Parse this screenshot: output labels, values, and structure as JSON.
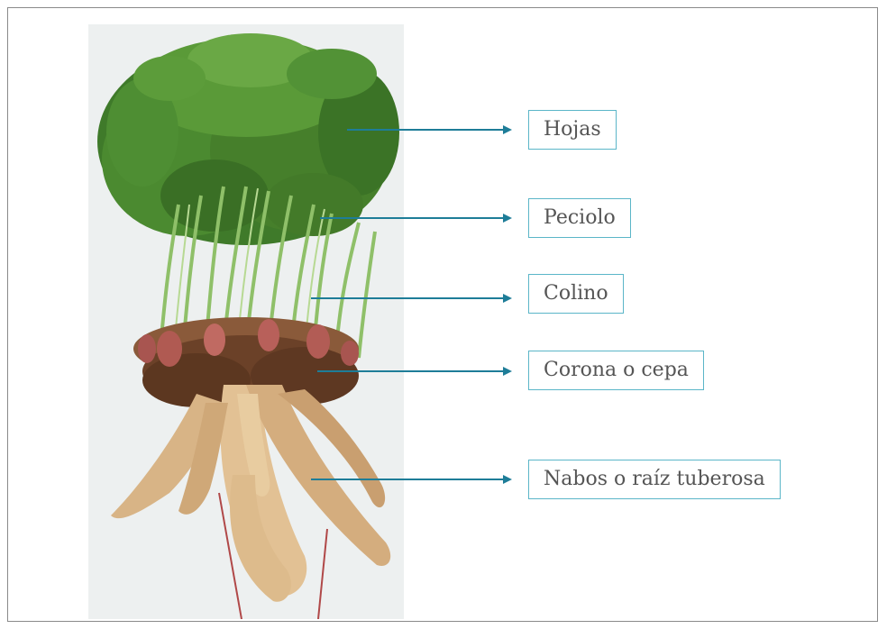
{
  "labels": {
    "hojas": "Hojas",
    "peciolo": "Peciolo",
    "colino": "Colino",
    "corona": "Corona o cepa",
    "nabos": "Nabos o raíz tuberosa"
  },
  "colors": {
    "arrow": "#1e7d98",
    "box_border": "#5bb6c8",
    "text": "#555555",
    "frame": "#8a8a8a"
  }
}
